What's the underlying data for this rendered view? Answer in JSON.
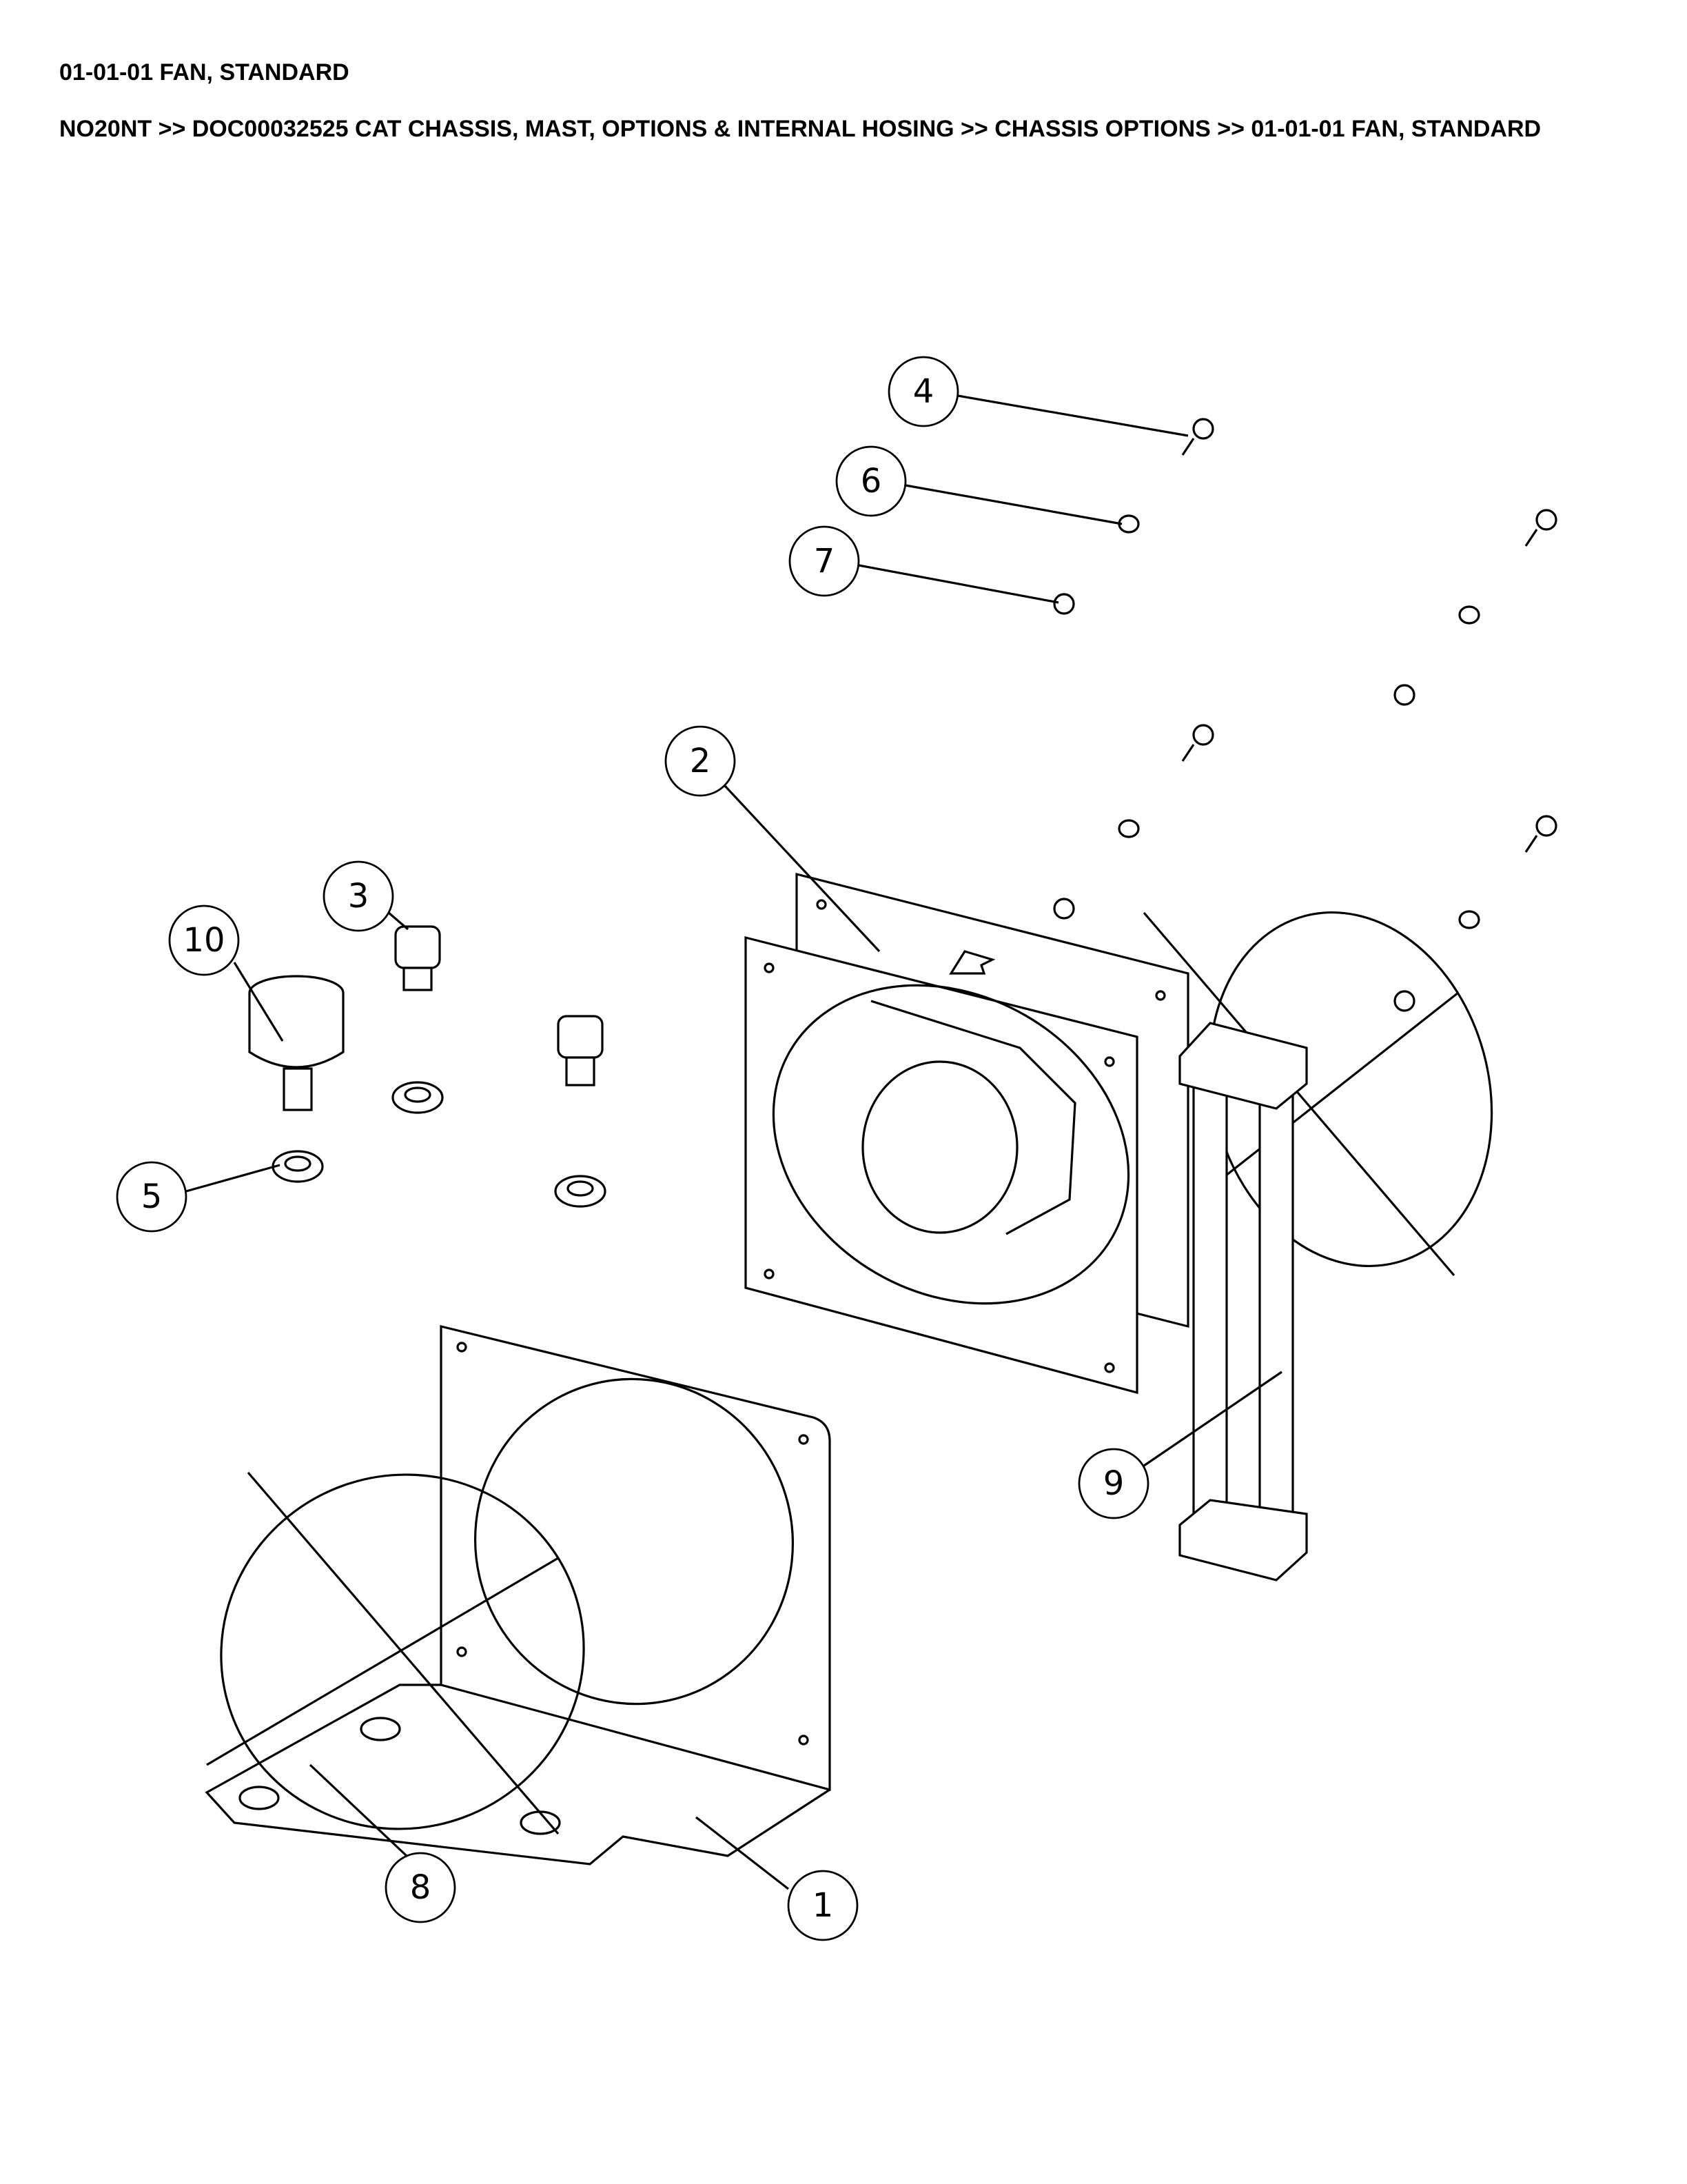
{
  "header": {
    "title": "01-01-01 FAN, STANDARD",
    "breadcrumb": "NO20NT >> DOC00032525 CAT CHASSIS, MAST, OPTIONS & INTERNAL HOSING >> CHASSIS OPTIONS >> 01-01-01 FAN, STANDARD"
  },
  "callouts": [
    "1",
    "2",
    "3",
    "4",
    "5",
    "6",
    "7",
    "8",
    "9",
    "10"
  ]
}
